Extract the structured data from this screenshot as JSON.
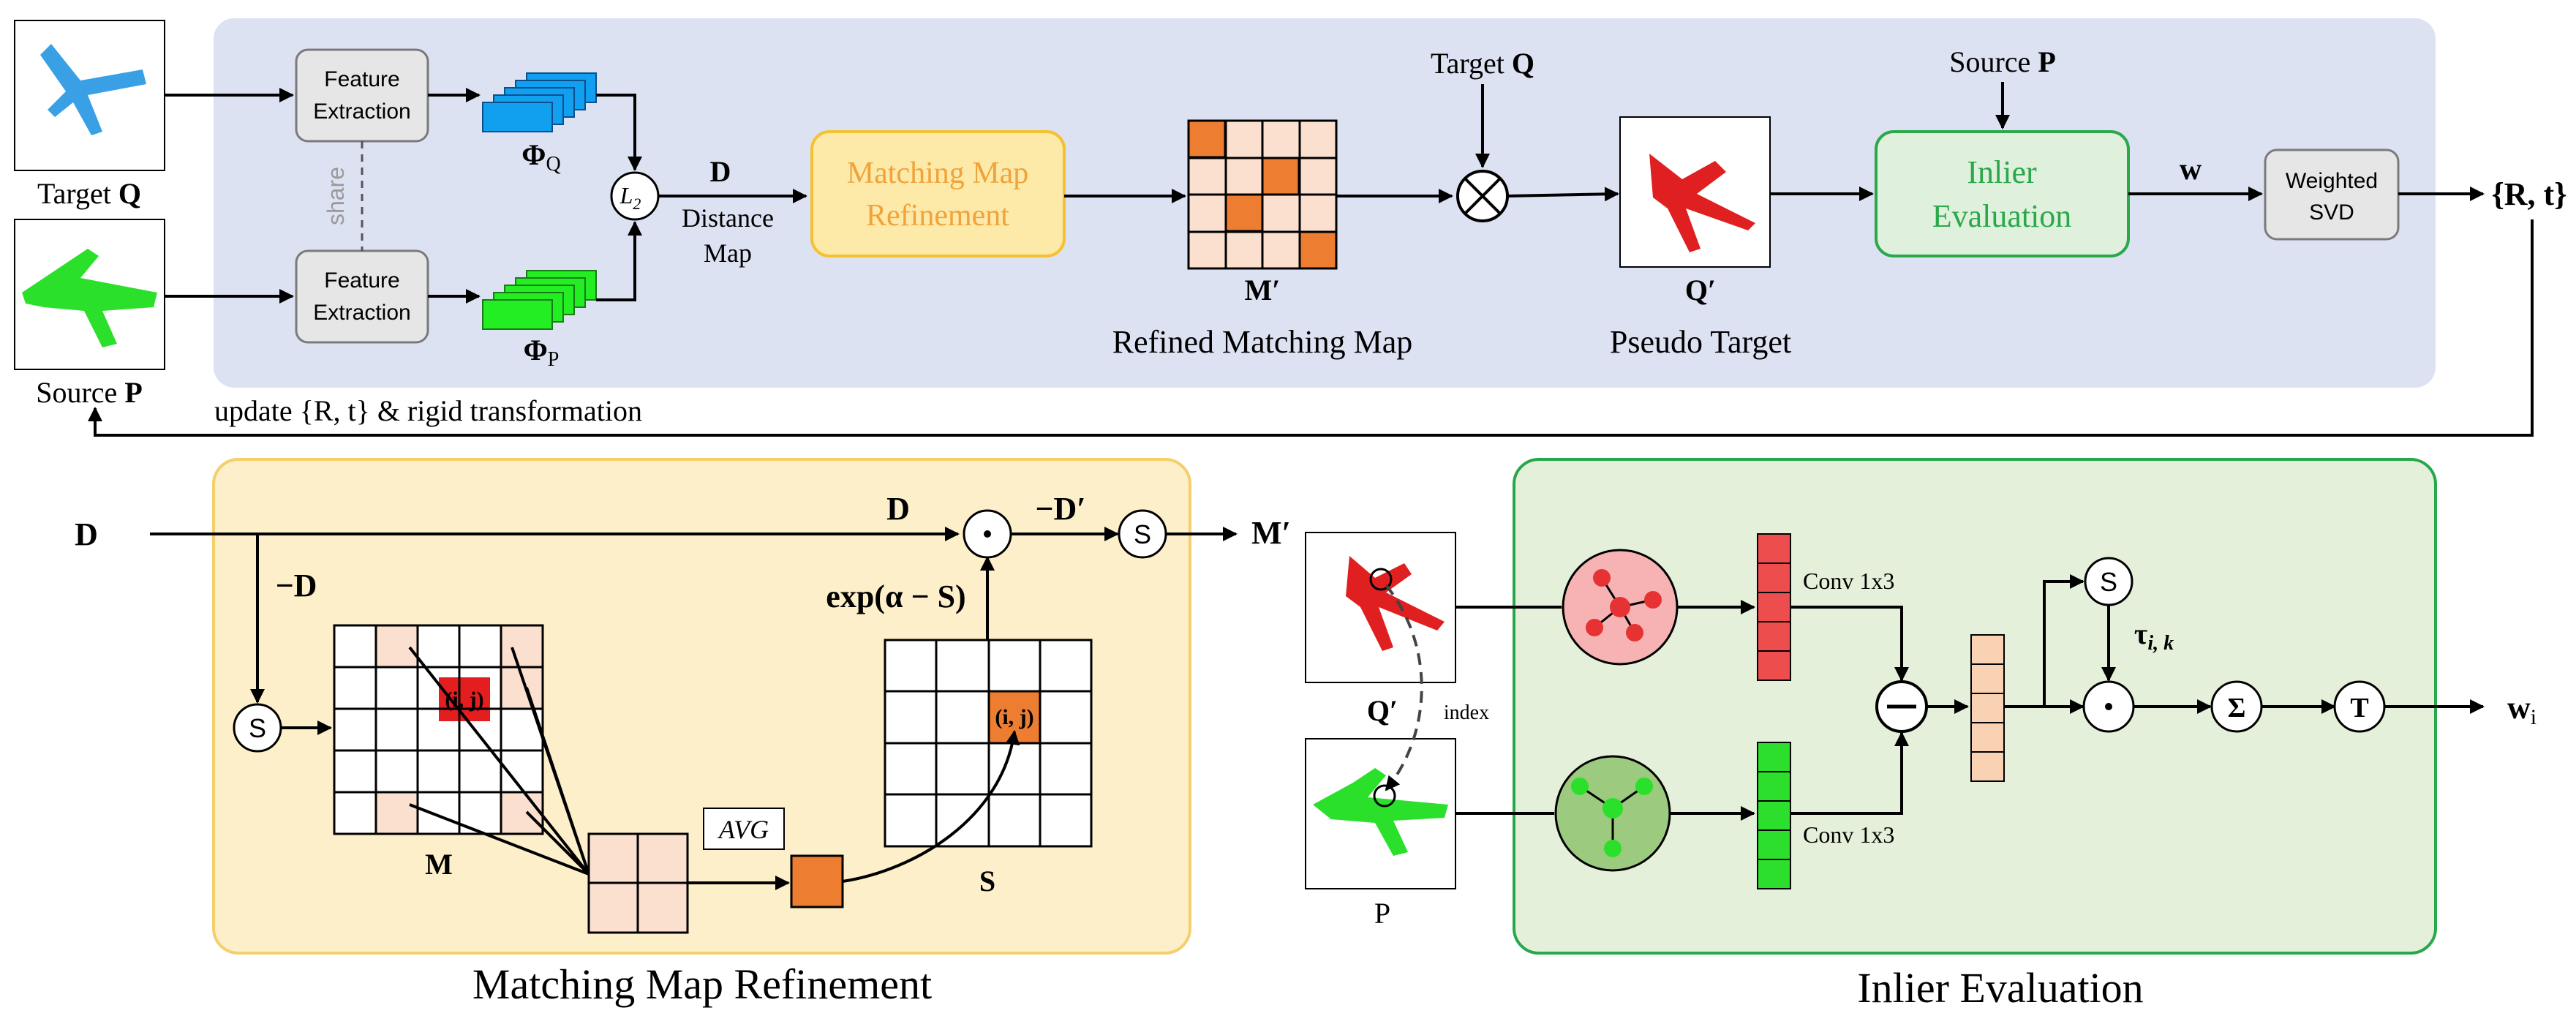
{
  "top": {
    "target_caption": {
      "pre": "Target ",
      "bold": "Q"
    },
    "source_caption": {
      "pre": "Source ",
      "bold": "P"
    },
    "feature_extraction": [
      "Feature",
      "Extraction"
    ],
    "share": "share",
    "phi_q": {
      "sym": "Φ",
      "sub": "Q"
    },
    "phi_p": {
      "sym": "Φ",
      "sub": "P"
    },
    "l2": {
      "sym": "L",
      "sub": "2"
    },
    "d_label": "D",
    "distance_map": [
      "Distance",
      "Map"
    ],
    "matching_map_refinement": [
      "Matching Map",
      "Refinement"
    ],
    "m_prime": "M′",
    "refined_matching_map": "Refined Matching Map",
    "target_q_input": {
      "pre": "Target ",
      "bold": "Q"
    },
    "q_prime": "Q′",
    "pseudo_target": "Pseudo Target",
    "source_p_input": {
      "pre": "Source ",
      "bold": "P"
    },
    "inlier_evaluation": [
      "Inlier",
      "Evaluation"
    ],
    "w": "w",
    "weighted_svd": [
      "Weighted",
      "SVD"
    ],
    "rt_output": "{R, t}",
    "update_text": "update {R, t} & rigid transformation"
  },
  "mmr": {
    "d_input": "D",
    "neg_d": "−D",
    "s": "S",
    "d_top": "D",
    "dot": "⊙",
    "neg_d_prime": "−D′",
    "m_prime_out": "M′",
    "exp": "exp(α − S)",
    "ij": "(i, j)",
    "m_label": "M",
    "avg": "AVG",
    "s_label": "S",
    "title": "Matching Map Refinement"
  },
  "ie": {
    "q_prime": "Q′",
    "index": "index",
    "p_label": "P",
    "conv_top": "Conv 1x3",
    "conv_bottom": "Conv 1x3",
    "minus": "−",
    "s": "S",
    "tau": {
      "sym": "τ",
      "sub": "i, k"
    },
    "dot": "⊙",
    "sum": "Σ",
    "t": "T",
    "w_i": {
      "sym": "w",
      "sub": "i"
    },
    "title": "Inlier Evaluation"
  },
  "colors": {
    "top_panel": "#dde2f3",
    "mmr_panel": "#fdefc9",
    "mmr_border": "#f5cf6c",
    "ie_panel": "#e5f0da",
    "ie_border": "#27a84a",
    "mmr_box_fill": "#fde9a8",
    "mmr_box_text": "#f0a33a",
    "inlier_box_fill": "#dff0dc",
    "inlier_text": "#2aa84a",
    "orange": "#ed7d31",
    "light_peach": "#fbe0d0",
    "red_cell": "#e41e1e",
    "blue_points": "#3aa0e6",
    "green_points": "#2ae02a",
    "red_points": "#e02020",
    "red_bar": "#ee4d4d",
    "green_bar": "#2ddf2d",
    "peach_bar": "#f9d2b4",
    "gray_box": "#e6e6e6"
  }
}
